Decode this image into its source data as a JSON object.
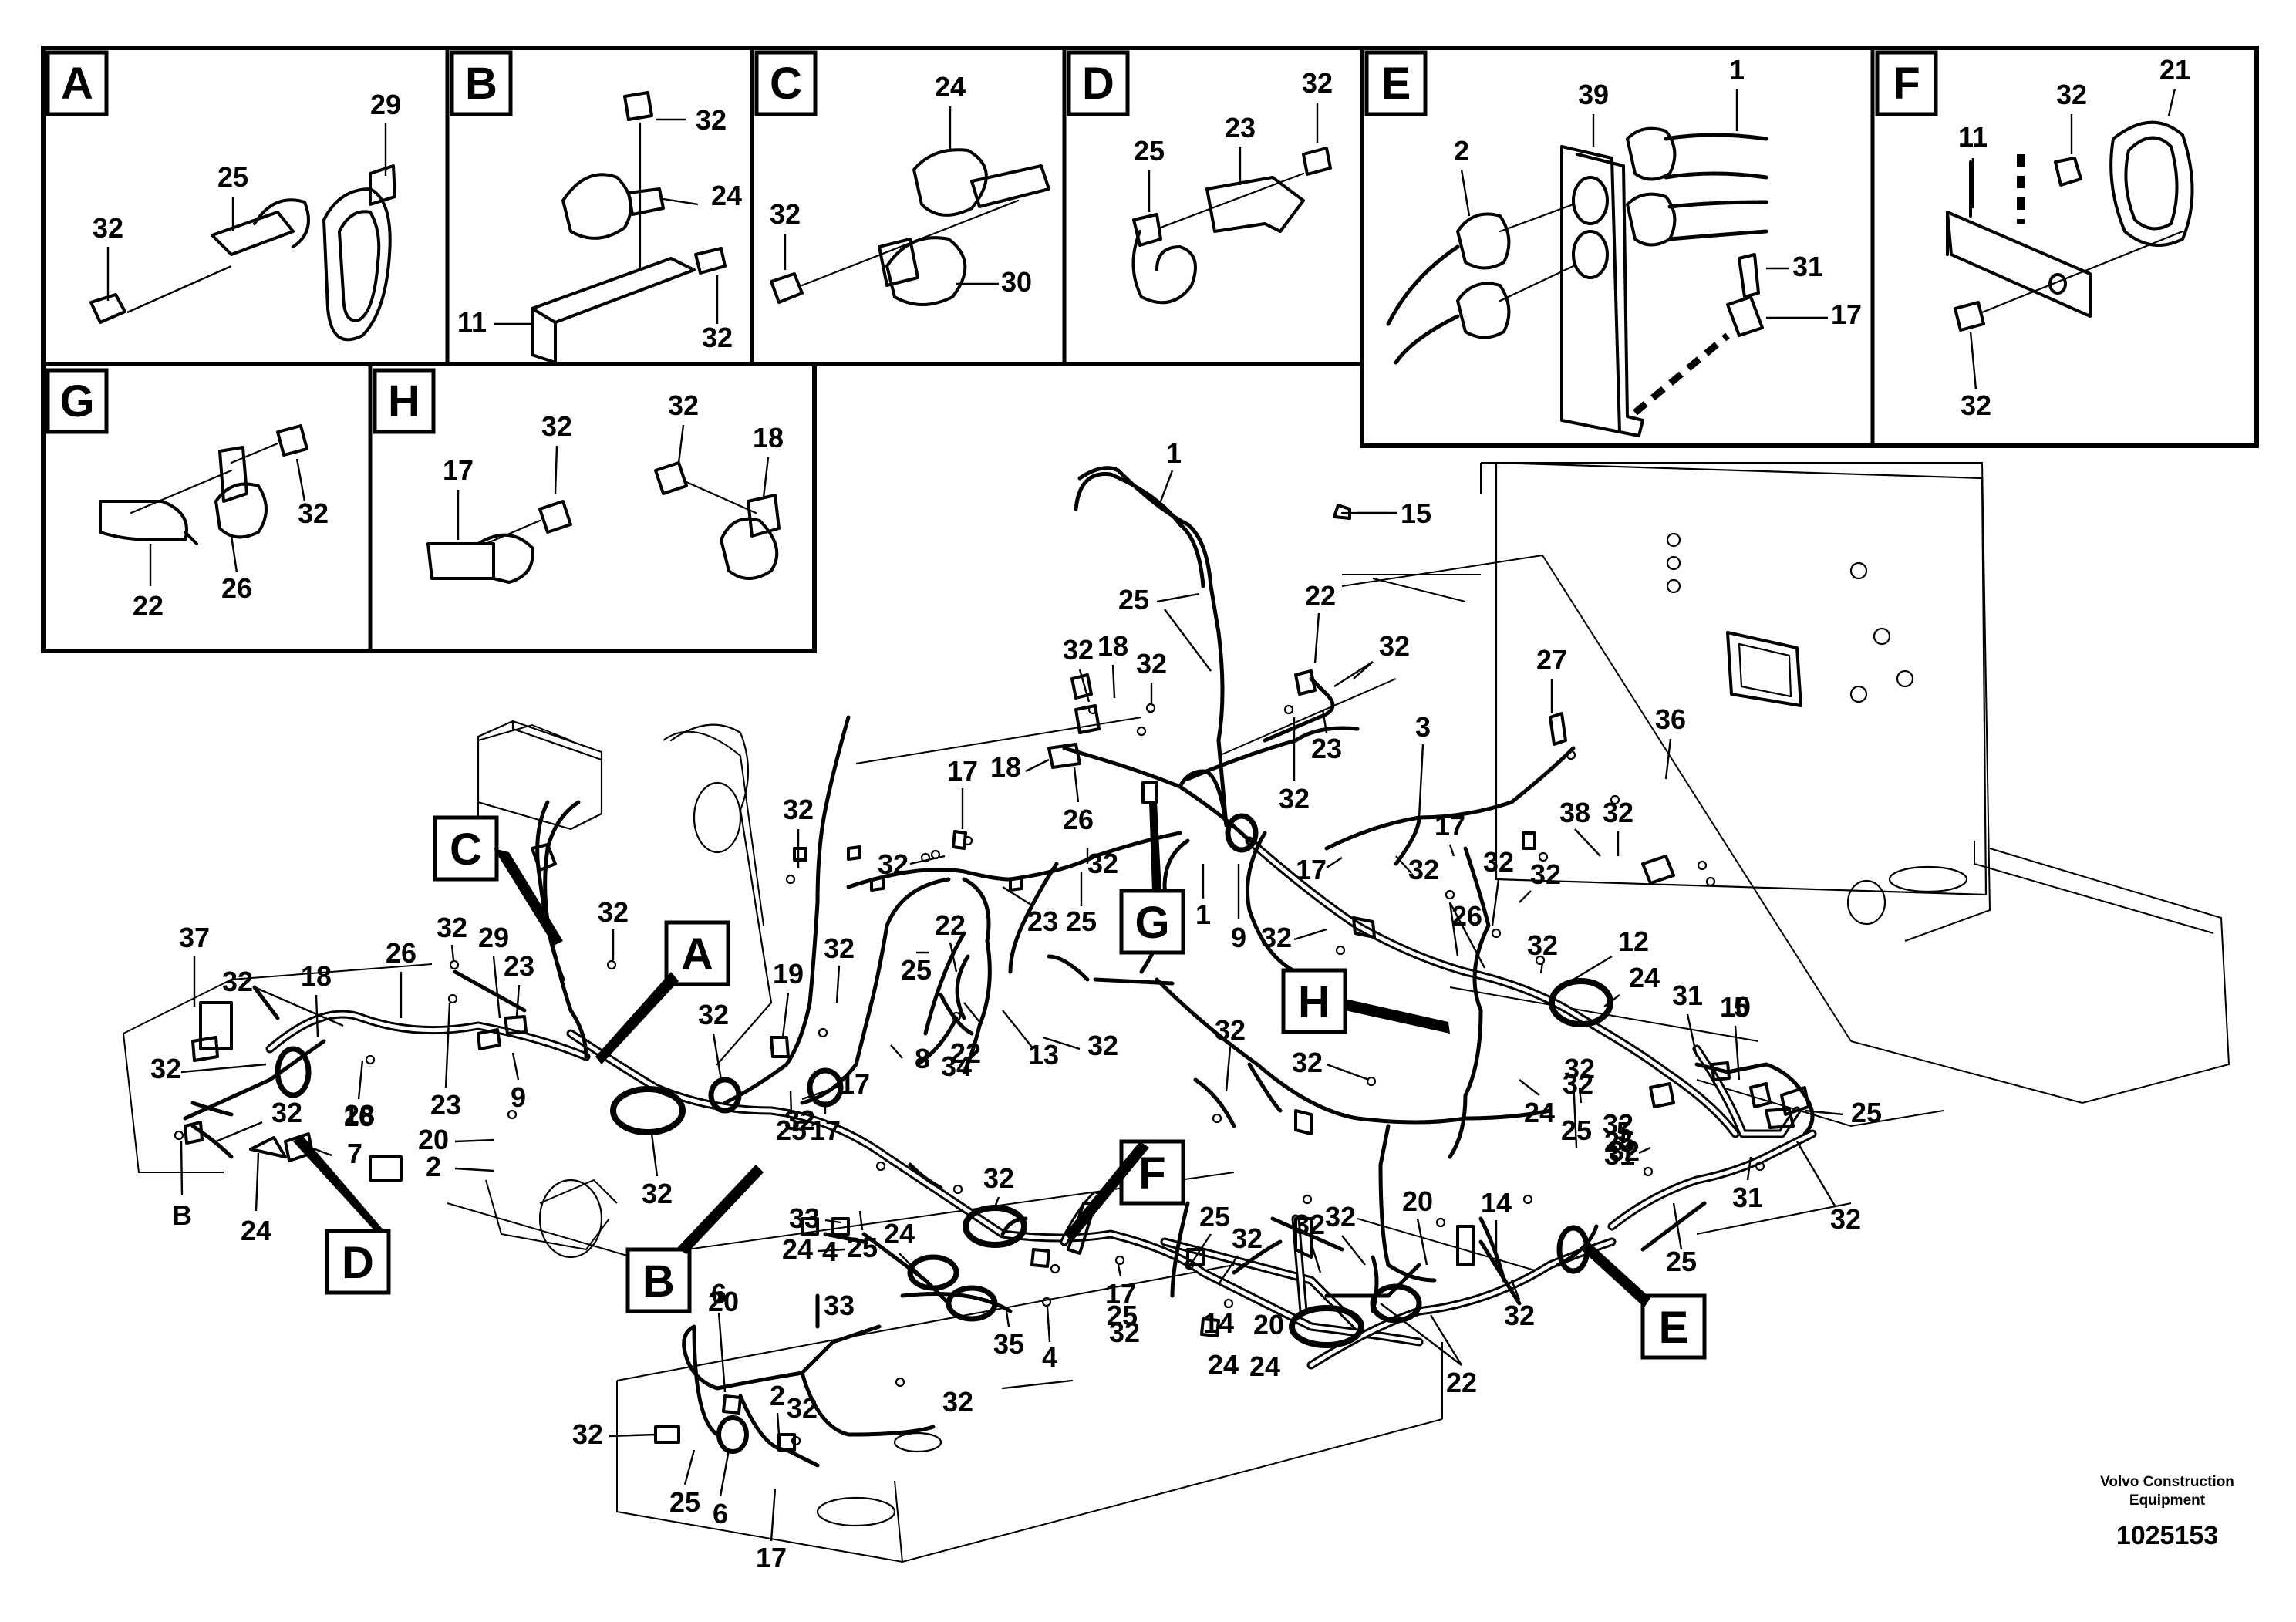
{
  "detail_panels": [
    {
      "letter": "A",
      "labels": [
        "29",
        "25",
        "32"
      ]
    },
    {
      "letter": "B",
      "labels": [
        "32",
        "24",
        "11",
        "32"
      ]
    },
    {
      "letter": "C",
      "labels": [
        "24",
        "32",
        "30"
      ]
    },
    {
      "letter": "D",
      "labels": [
        "32",
        "25",
        "23"
      ]
    },
    {
      "letter": "E",
      "labels": [
        "39",
        "1",
        "2",
        "31",
        "17"
      ]
    },
    {
      "letter": "F",
      "labels": [
        "21",
        "32",
        "11",
        "32"
      ]
    },
    {
      "letter": "G",
      "labels": [
        "32",
        "22",
        "26"
      ]
    },
    {
      "letter": "H",
      "labels": [
        "32",
        "17",
        "32",
        "18"
      ]
    }
  ],
  "main_view": {
    "box_labels": [
      "A",
      "B",
      "C",
      "D",
      "E",
      "F",
      "G",
      "H"
    ],
    "callouts": [
      "1",
      "15",
      "25",
      "22",
      "32",
      "18",
      "32",
      "32",
      "32",
      "27",
      "3",
      "36",
      "18",
      "26",
      "23",
      "32",
      "17",
      "32",
      "32",
      "32",
      "38",
      "32",
      "17",
      "23",
      "25",
      "1",
      "9",
      "32",
      "17",
      "32",
      "32",
      "32",
      "26",
      "12",
      "32",
      "37",
      "32",
      "18",
      "26",
      "32",
      "29",
      "23",
      "32",
      "19",
      "32",
      "25",
      "22",
      "8",
      "24",
      "31",
      "10",
      "32",
      "32",
      "13",
      "16",
      "23",
      "9",
      "32",
      "25",
      "17",
      "32",
      "17",
      "32",
      "32",
      "24",
      "32",
      "25",
      "32",
      "22",
      "32",
      "34",
      "25",
      "32",
      "5",
      "5",
      "31",
      "32",
      "31",
      "25",
      "32",
      "B",
      "28",
      "24",
      "7",
      "20",
      "2",
      "33",
      "35",
      "32",
      "32",
      "24",
      "4",
      "25",
      "24",
      "25",
      "32",
      "32",
      "32",
      "20",
      "14",
      "22",
      "32",
      "25",
      "6",
      "17"
    ]
  },
  "footer": {
    "brand_line1": "Volvo Construction",
    "brand_line2": "Equipment",
    "doc_number": "1025153"
  }
}
